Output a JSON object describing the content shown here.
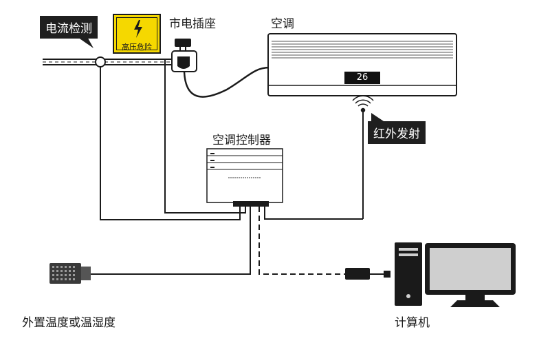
{
  "labels": {
    "current_detection": "电流检测",
    "high_voltage": "高压危险",
    "mains_socket": "市电插座",
    "air_conditioner": "空调",
    "ac_display_value": "26",
    "infrared_emit": "红外发射",
    "ac_controller": "空调控制器",
    "external_sensor": "外置温度或温湿度",
    "computer": "计算机"
  },
  "colors": {
    "callout_bg": "#1f1f1f",
    "warning_yellow": "#f5d800",
    "line": "#1a1a1a",
    "monitor_screen": "#cfcfcf"
  },
  "icons": [
    "lightning-icon",
    "infrared-signal-icon",
    "plug-icon",
    "usb-adapter-icon"
  ]
}
